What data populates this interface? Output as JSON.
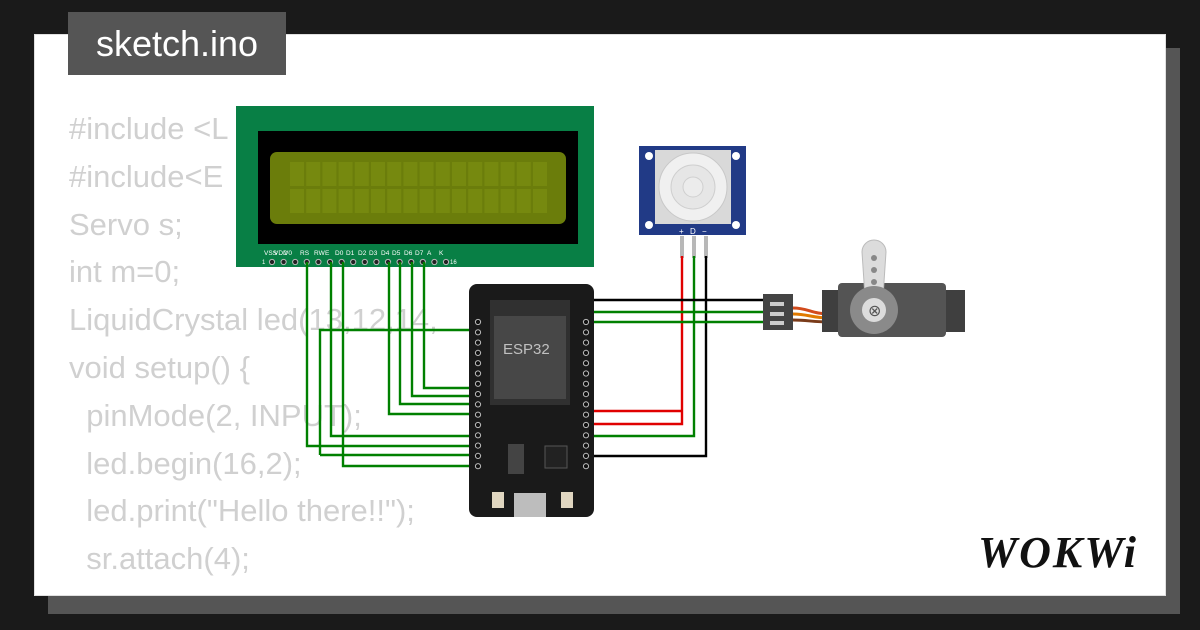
{
  "tab": {
    "filename": "sketch.ino"
  },
  "code_lines": [
    "#include <L",
    "#include<E",
    "Servo s;",
    "int m=0;",
    "LiquidCrystal led(13,12,14,",
    "void setup() {",
    "  pinMode(2, INPUT);",
    "  led.begin(16,2);",
    "  led.print(\"Hello there!!\");",
    "  sr.attach(4);",
    "}"
  ],
  "components": {
    "lcd": {
      "pin_labels": [
        "VSS",
        "VDD",
        "V0",
        "RS",
        "RW",
        "E",
        "D0",
        "D1",
        "D2",
        "D3",
        "D4",
        "D5",
        "D6",
        "D7",
        "A",
        "K"
      ],
      "pin_first": "1",
      "pin_last": "16"
    },
    "pir": {
      "pin_labels": [
        "+",
        "D",
        "−"
      ]
    },
    "esp32": {
      "label": "ESP32"
    }
  },
  "wire_colors": {
    "green": "#008000",
    "red": "#e00000",
    "black": "#000000"
  },
  "brand": {
    "logo_text": "WOKWi"
  }
}
